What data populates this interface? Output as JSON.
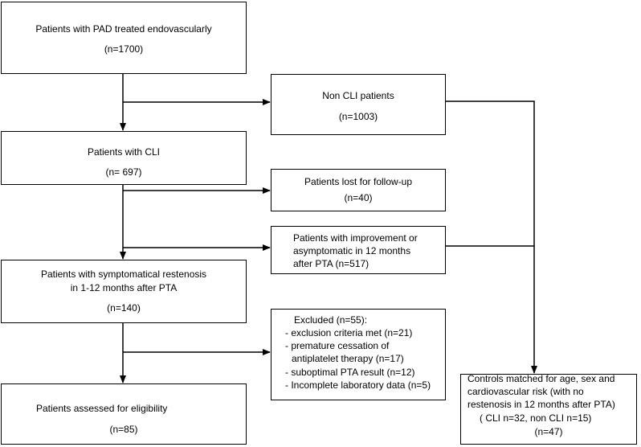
{
  "boxes": {
    "pad": {
      "title": "Patients with PAD treated endovascularly",
      "count": "(n=1700)"
    },
    "non_cli": {
      "title": "Non CLI patients",
      "count": "(n=1003)"
    },
    "cli": {
      "title": "Patients with CLI",
      "count": "(n= 697)"
    },
    "lost": {
      "title": "Patients lost for follow-up",
      "count": "(n=40)"
    },
    "improved": {
      "line1": "Patients with improvement or",
      "line2": "asymptomatic in 12 months",
      "line3": "after PTA  (n=517)"
    },
    "restenosis": {
      "line1": "Patients with symptomatical restenosis",
      "line2": "in 1-12 months after PTA",
      "count": "(n=140)"
    },
    "excluded": {
      "title": "Excluded (n=55):",
      "items": [
        "- exclusion criteria met (n=21)",
        "- premature cessation of",
        "antiplatelet therapy (n=17)",
        "- suboptimal PTA result (n=12)",
        "- Incomplete laboratory data (n=5)"
      ]
    },
    "eligible": {
      "title": "Patients assessed for eligibility",
      "count": "(n=85)"
    },
    "controls": {
      "line1": "Controls matched for age, sex and",
      "line2": "cardiovascular risk  (with no",
      "line3": "restenosis  in 12 months  after PTA)",
      "line4": "( CLI n=32, non CLI n=15)",
      "count": "(n=47)"
    }
  }
}
